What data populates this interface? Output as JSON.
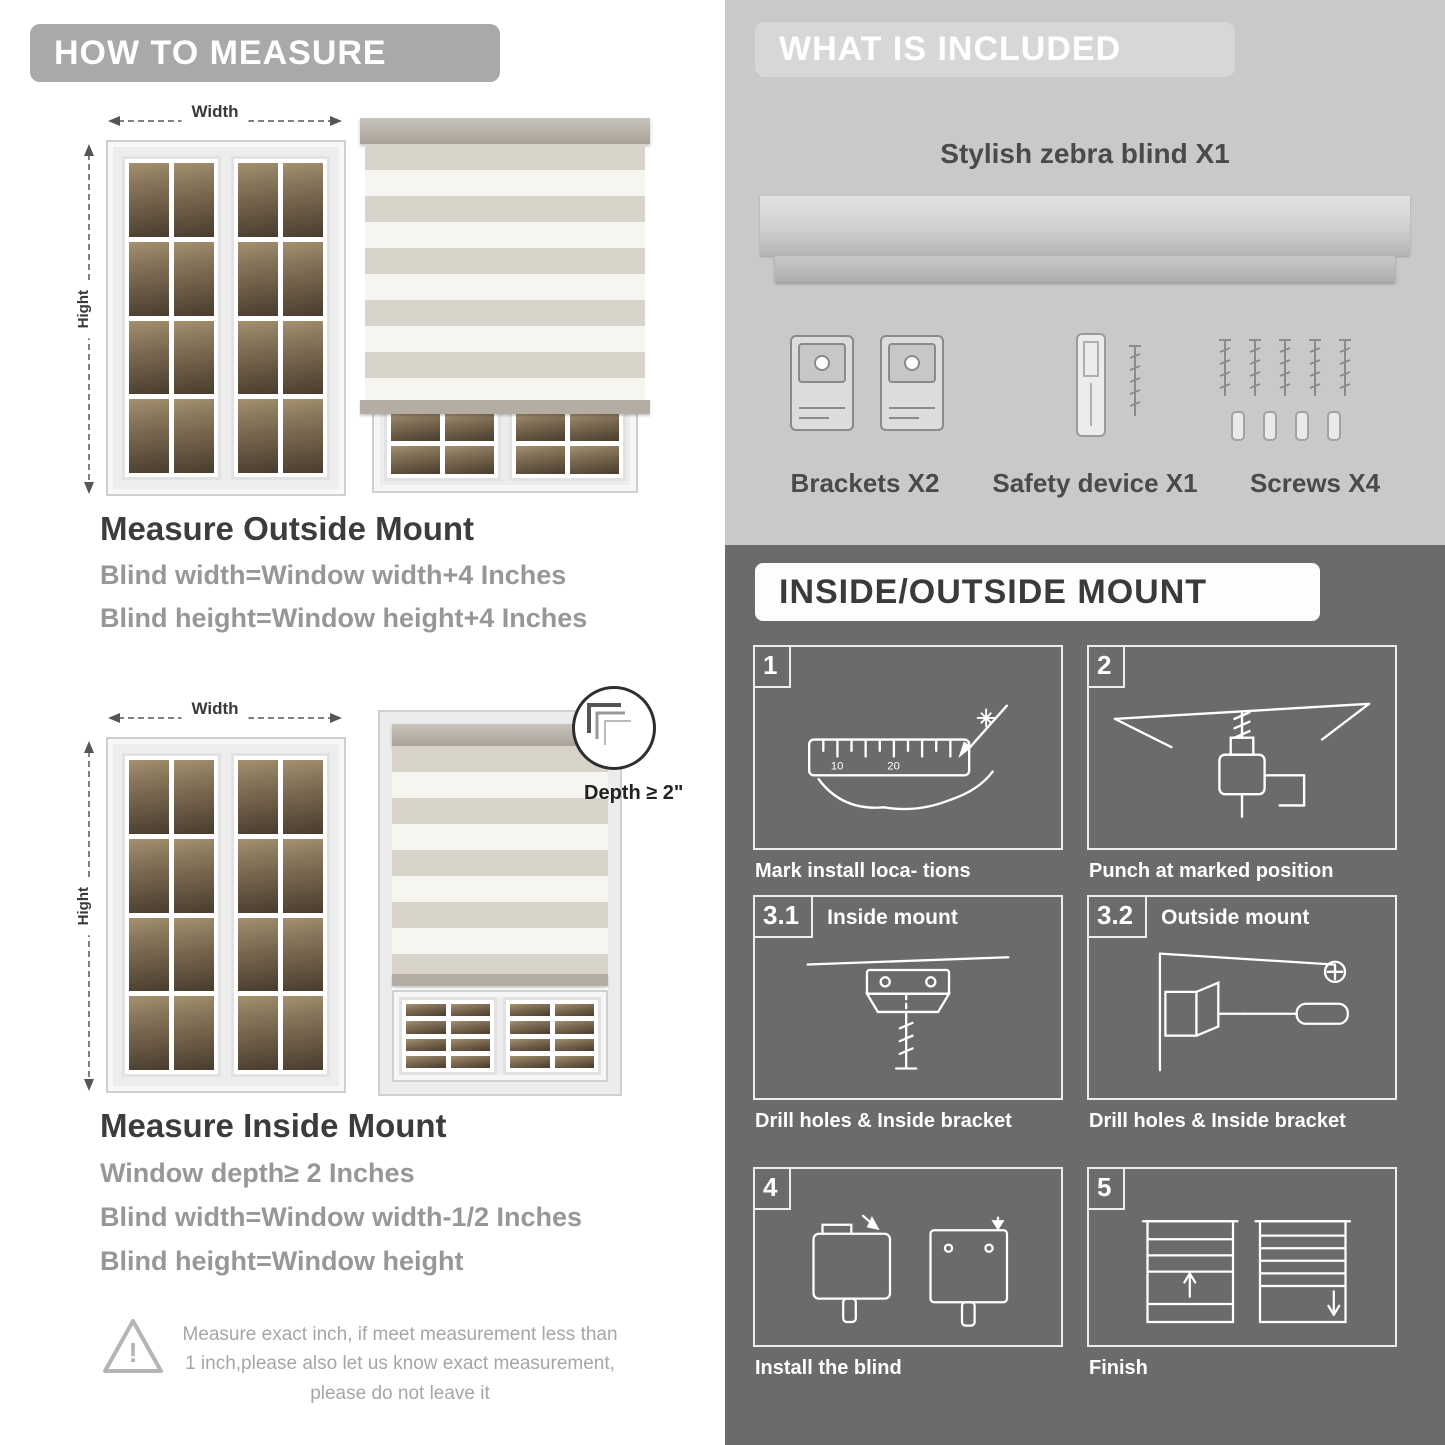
{
  "colors": {
    "banner_gray": "#a9a9a9",
    "included_bg": "#c9c9c9",
    "mount_bg": "#6b6b6b",
    "heading_dark": "#3c3c3c",
    "body_gray": "#979797"
  },
  "left": {
    "header": "HOW TO MEASURE",
    "outside": {
      "width_label": "Width",
      "height_label": "Hight",
      "title": "Measure Outside Mount",
      "lines": [
        "Blind width=Window width+4 Inches",
        "Blind height=Window height+4 Inches"
      ]
    },
    "inside": {
      "width_label": "Width",
      "height_label": "Hight",
      "depth_label": "Depth ≥ 2\"",
      "title": "Measure Inside Mount",
      "lines": [
        "Window depth≥ 2 Inches",
        "Blind width=Window width-1/2 Inches",
        "Blind height=Window height"
      ]
    },
    "warning": {
      "text": "Measure exact inch, if meet measurement less than 1 inch,please also let us know exact measurement, please do not leave it"
    }
  },
  "included": {
    "header": "WHAT IS INCLUDED",
    "blind_label": "Stylish zebra blind X1",
    "items": [
      {
        "label": "Brackets X2"
      },
      {
        "label": "Safety device X1"
      },
      {
        "label": "Screws X4"
      }
    ]
  },
  "mount": {
    "header": "INSIDE/OUTSIDE MOUNT",
    "steps": [
      {
        "num": "1",
        "title": "",
        "caption": "Mark install loca- tions"
      },
      {
        "num": "2",
        "title": "",
        "caption": "Punch at  marked position"
      },
      {
        "num": "3.1",
        "title": "Inside mount",
        "caption": "Drill holes &  Inside bracket"
      },
      {
        "num": "3.2",
        "title": "Outside mount",
        "caption": "Drill holes &  Inside bracket"
      },
      {
        "num": "4",
        "title": "",
        "caption": "Install the blind"
      },
      {
        "num": "5",
        "title": "",
        "caption": "Finish"
      }
    ]
  }
}
